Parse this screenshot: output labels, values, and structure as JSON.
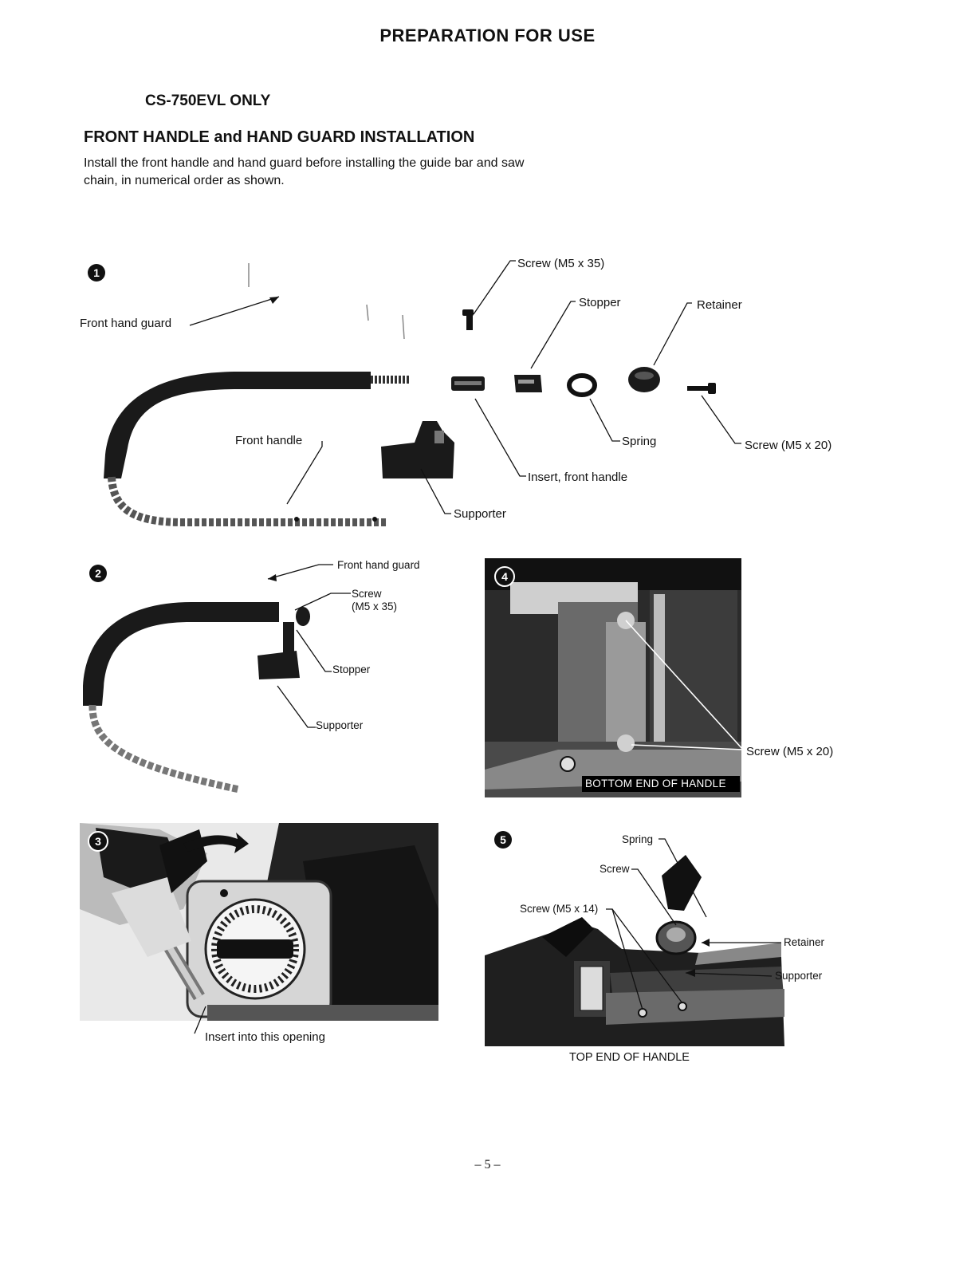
{
  "page": {
    "title": "PREPARATION FOR USE",
    "model_note": "CS-750EVL ONLY",
    "section_title": "FRONT HANDLE and HAND GUARD INSTALLATION",
    "intro": "Install the front handle and hand guard before installing the guide bar and saw chain, in numerical order as shown.",
    "page_number": "– 5 –"
  },
  "steps": {
    "s1": {
      "number": "1",
      "labels": {
        "front_hand_guard": "Front hand guard",
        "screw_m5x35": "Screw (M5 x 35)",
        "stopper": "Stopper",
        "retainer": "Retainer",
        "front_handle": "Front handle",
        "spring": "Spring",
        "screw_m5x20": "Screw (M5 x 20)",
        "insert_front_handle": "Insert, front handle",
        "supporter": "Supporter"
      }
    },
    "s2": {
      "number": "2",
      "labels": {
        "front_hand_guard": "Front hand guard",
        "screw": "Screw",
        "screw_size": "(M5 x 35)",
        "stopper": "Stopper",
        "supporter": "Supporter"
      }
    },
    "s3": {
      "number": "3",
      "labels": {
        "insert": "Insert into this opening"
      }
    },
    "s4": {
      "number": "4",
      "labels": {
        "screw_m5x20": "Screw (M5 x 20)",
        "bottom_end": "BOTTOM END OF HANDLE"
      }
    },
    "s5": {
      "number": "5",
      "labels": {
        "spring": "Spring",
        "screw": "Screw",
        "screw_m5x14": "Screw (M5 x 14)",
        "retainer": "Retainer",
        "supporter": "Supporter",
        "top_end": "TOP END OF HANDLE"
      }
    }
  }
}
